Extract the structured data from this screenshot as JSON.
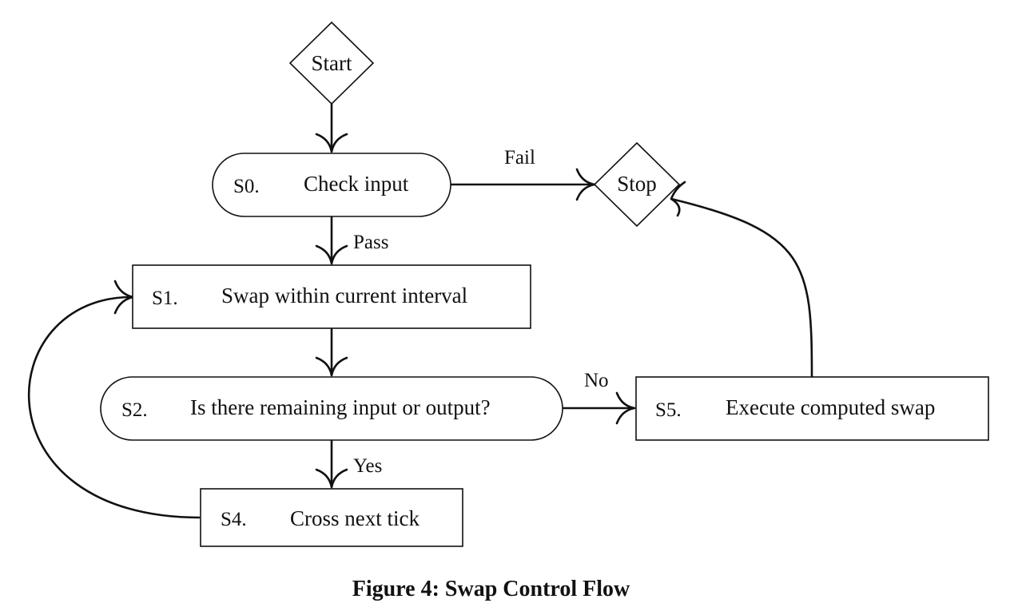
{
  "nodes": {
    "start": {
      "label": "Start"
    },
    "s0": {
      "id": "S0.",
      "label": "Check input"
    },
    "stop": {
      "label": "Stop"
    },
    "s1": {
      "id": "S1.",
      "label": "Swap within current interval"
    },
    "s2": {
      "id": "S2.",
      "label": "Is there remaining input or output?"
    },
    "s5": {
      "id": "S5.",
      "label": "Execute computed swap"
    },
    "s4": {
      "id": "S4.",
      "label": "Cross next tick"
    }
  },
  "edges": {
    "fail": "Fail",
    "pass": "Pass",
    "no": "No",
    "yes": "Yes"
  },
  "caption": "Figure 4: Swap Control Flow"
}
